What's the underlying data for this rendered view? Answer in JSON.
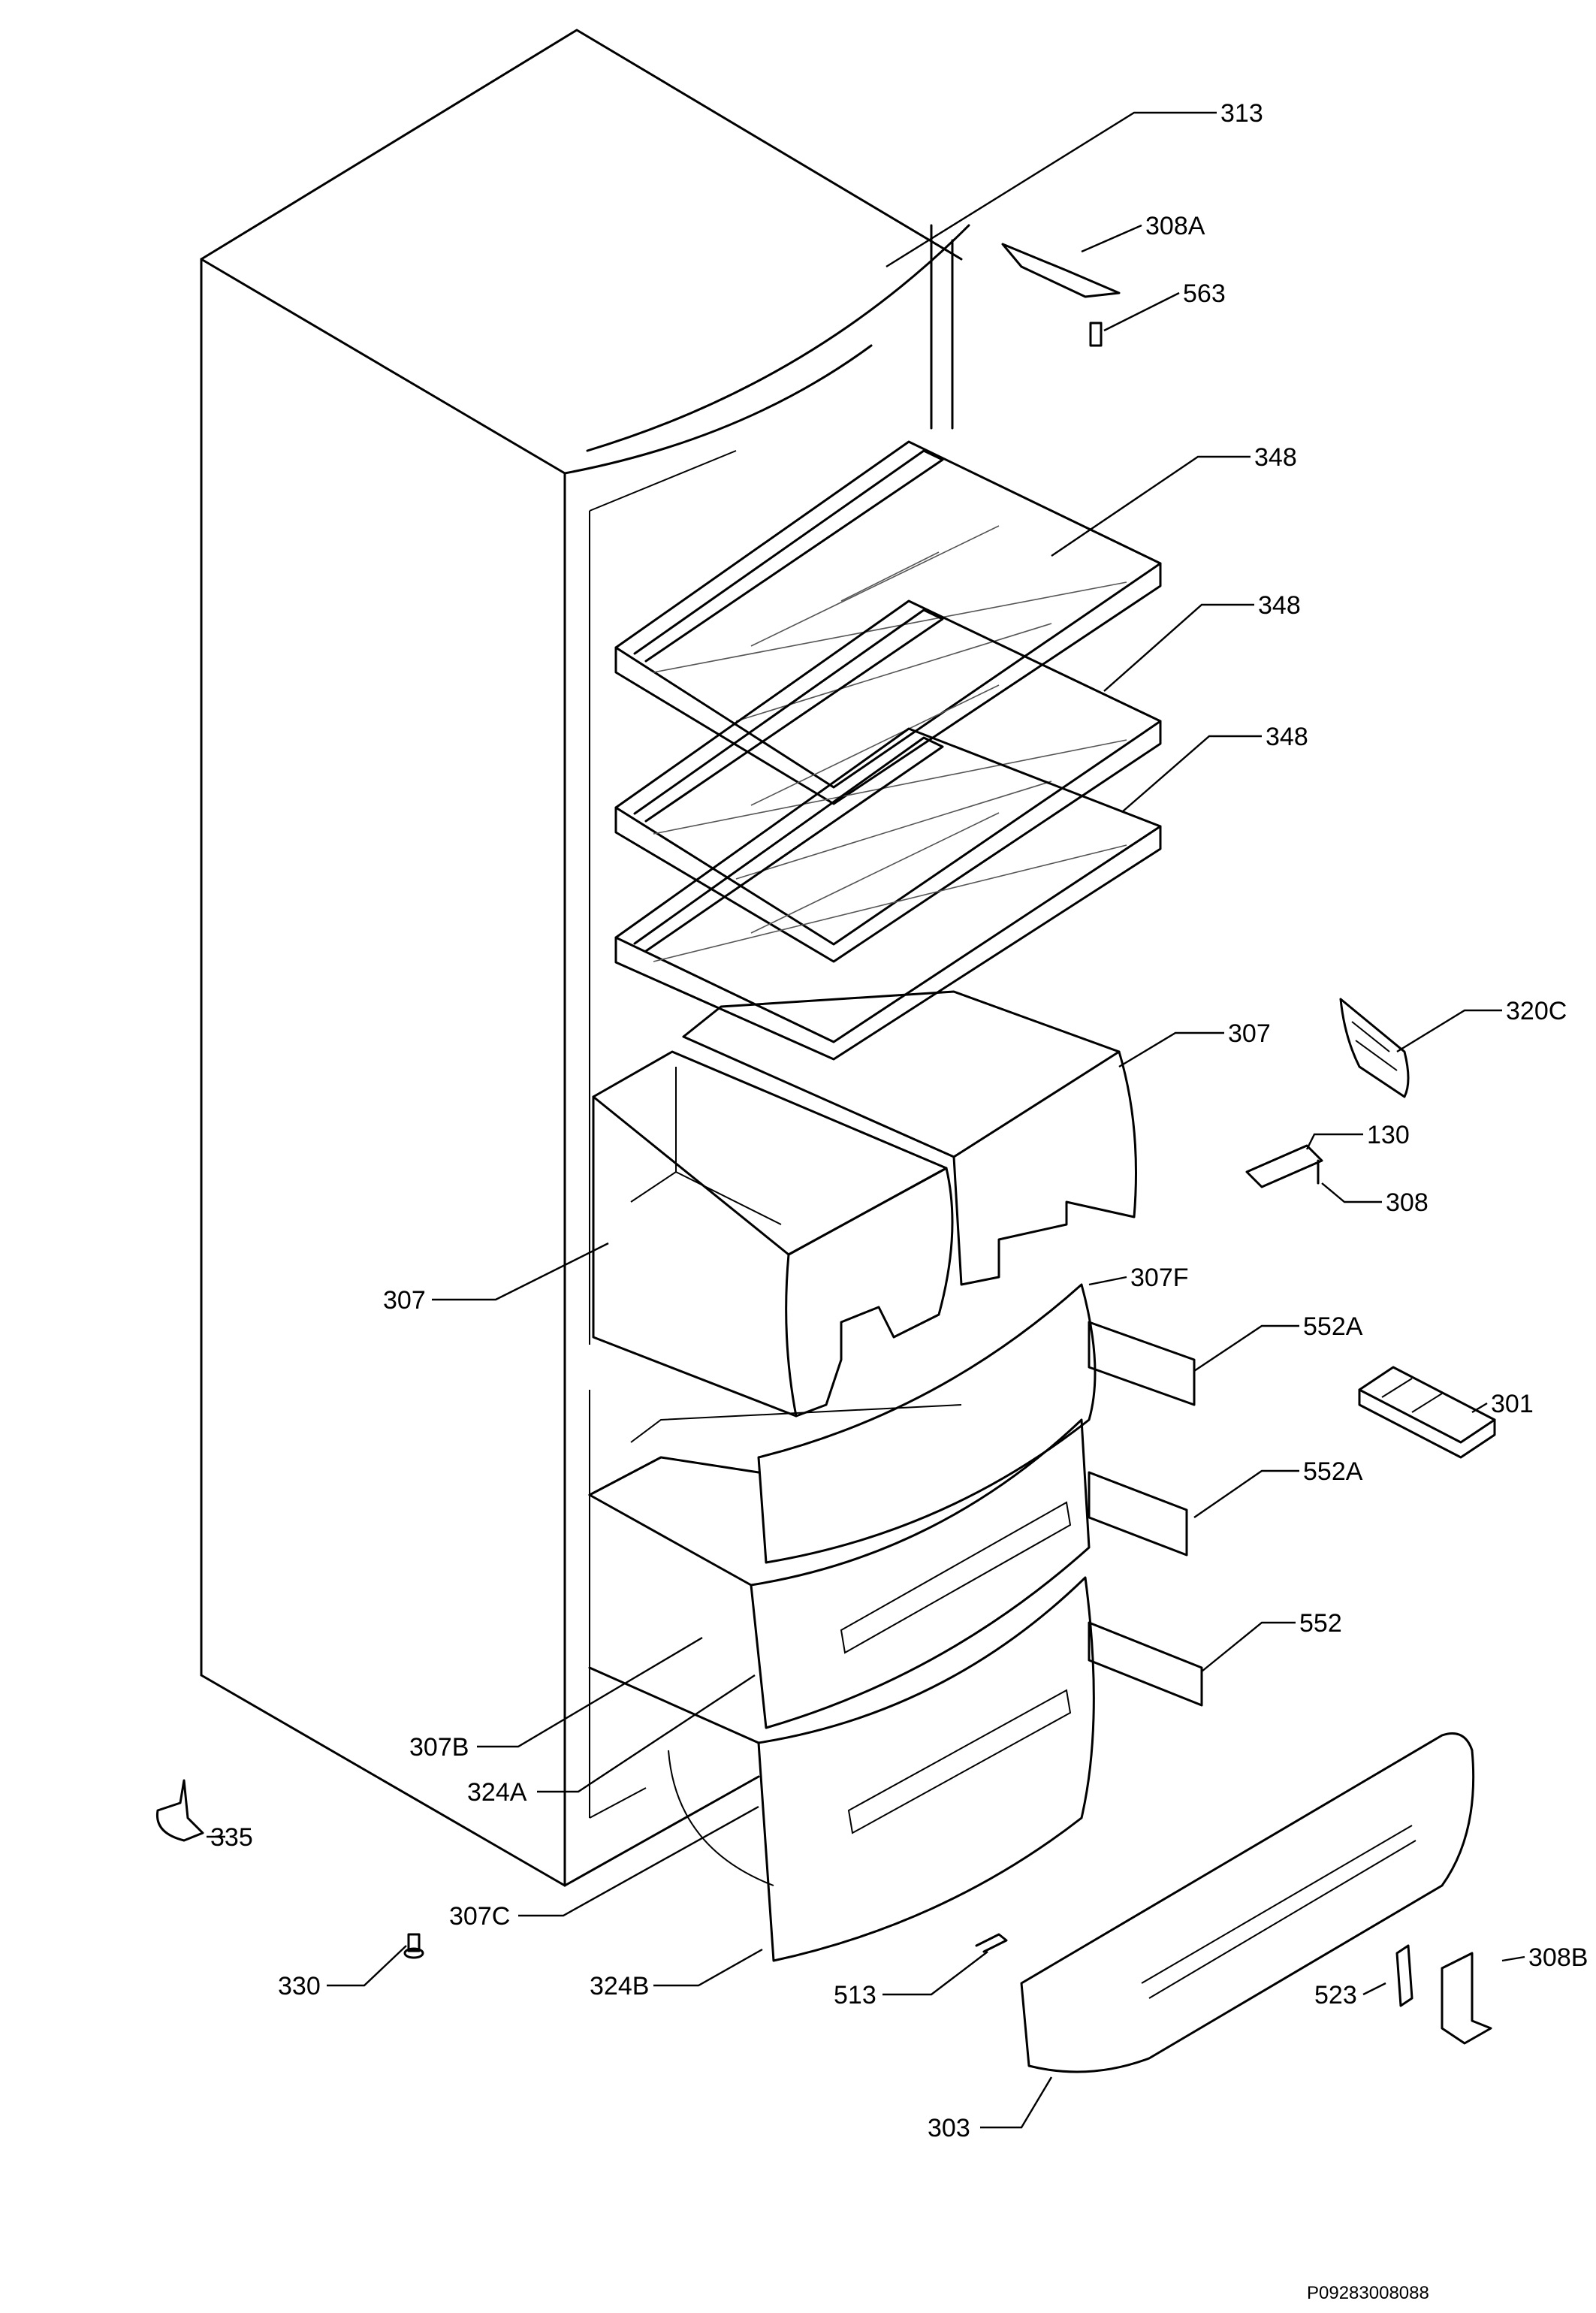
{
  "labels": {
    "l313": "313",
    "l308A": "308A",
    "l563": "563",
    "l348a": "348",
    "l348b": "348",
    "l348c": "348",
    "l320C": "320C",
    "l307a": "307",
    "l130": "130",
    "l308": "308",
    "l307": "307",
    "l307F": "307F",
    "l552Aa": "552A",
    "l301": "301",
    "l552Ab": "552A",
    "l552": "552",
    "l307B": "307B",
    "l324A": "324A",
    "l335": "335",
    "l307C": "307C",
    "l330": "330",
    "l324B": "324B",
    "l513": "513",
    "l523": "523",
    "l308B": "308B",
    "l303": "303"
  },
  "drawing_code": "P09283008088"
}
